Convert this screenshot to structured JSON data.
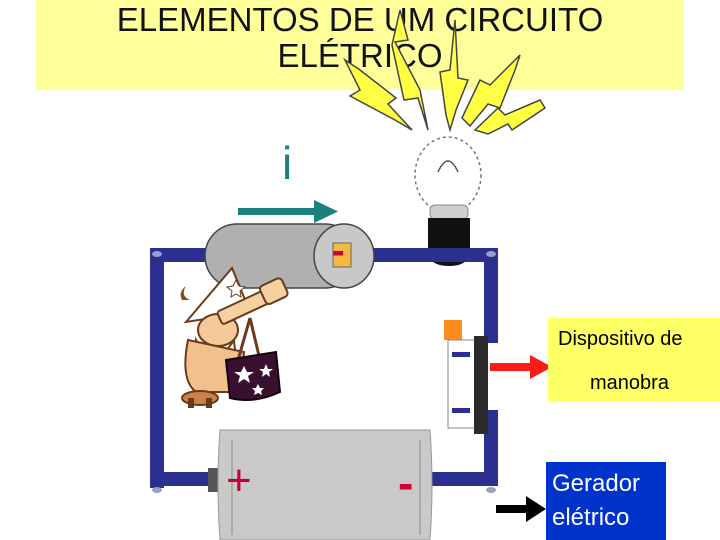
{
  "title": "ELEMENTOS DE UM CIRCUITO ELÉTRICO",
  "current_symbol": "i",
  "resistor_sign": "-",
  "battery": {
    "plus": "+",
    "minus": "-"
  },
  "labels": {
    "switch_line1": "Dispositivo de",
    "switch_line2": "manobra",
    "generator_line1": "Gerador",
    "generator_line2": "elétrico"
  },
  "colors": {
    "wire": "#2b2f8f",
    "current_arrow": "#1a8080",
    "switch_arrow": "#ff1a1a",
    "generator_arrow": "#000000",
    "label_bg_yellow": "#ffff66",
    "generator_bg": "#0033cc",
    "plus_color": "#cc0033"
  }
}
